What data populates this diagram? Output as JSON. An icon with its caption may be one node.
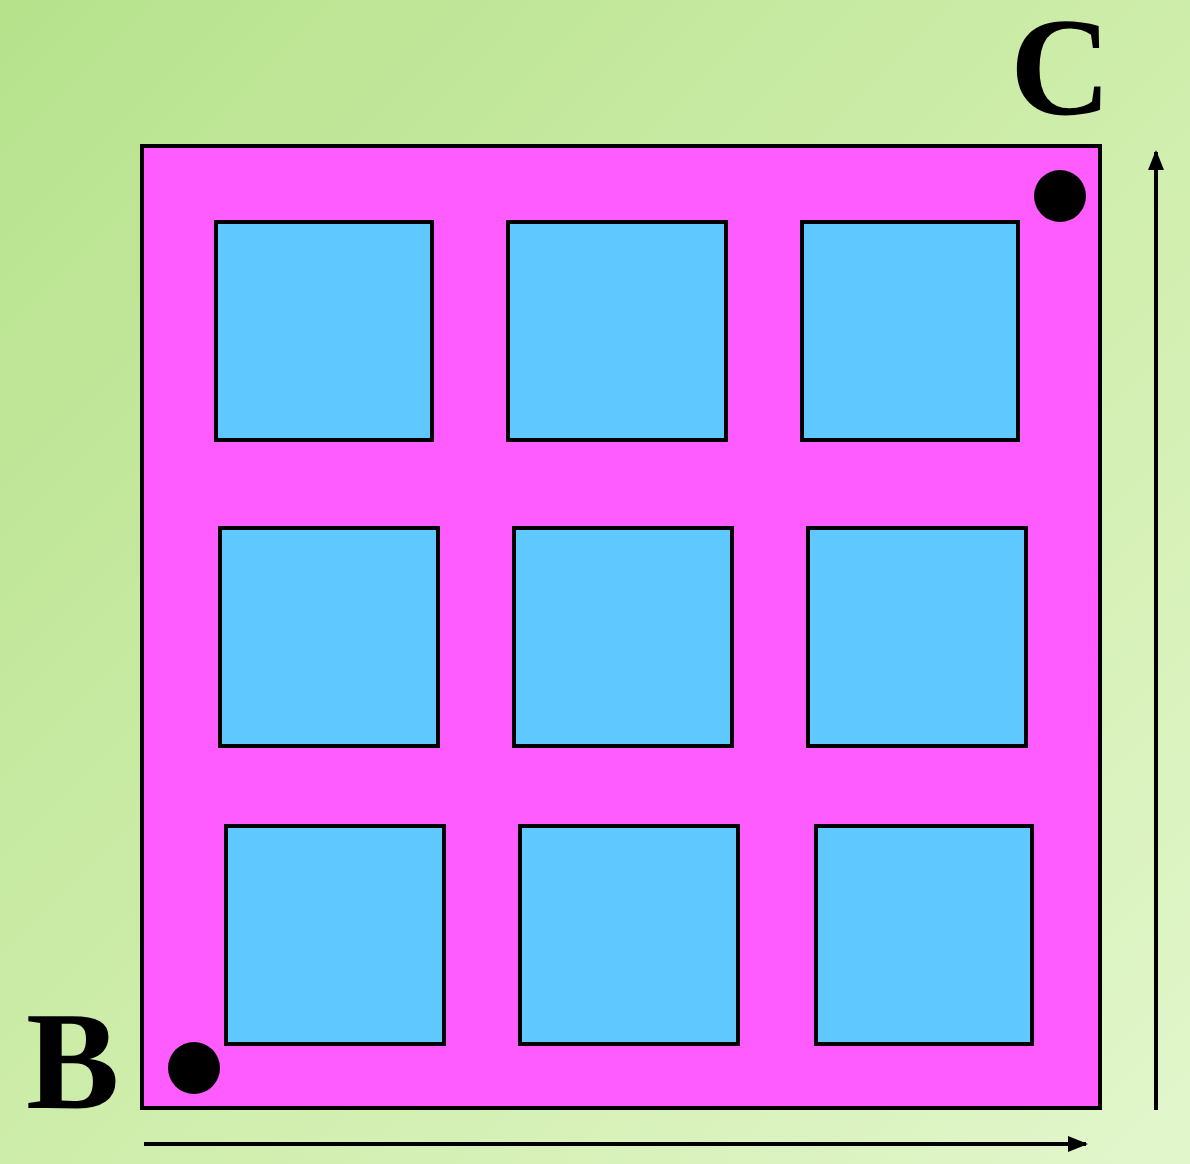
{
  "diagram": {
    "nodes": [
      {
        "text": [],
        "shape": "box"
      },
      {
        "text": [],
        "shape": "circle",
        "in": 0,
        "beside": [
          "C"
        ]
      },
      {
        "text": [],
        "shape": "box",
        "in": 0
      },
      {
        "text": [],
        "shape": "box",
        "in": 0
      },
      {
        "text": [],
        "shape": "box",
        "in": 0
      },
      {
        "text": [],
        "shape": "box",
        "in": 0
      },
      {
        "text": [],
        "shape": "box",
        "in": 0
      },
      {
        "text": [],
        "shape": "box",
        "in": 0
      },
      {
        "text": [],
        "shape": "box",
        "in": 0
      },
      {
        "text": [],
        "shape": "box",
        "in": 0
      },
      {
        "text": [],
        "shape": "box",
        "in": 0
      },
      {
        "text": [],
        "shape": "circle",
        "in": 0,
        "beside": [
          "B"
        ]
      }
    ]
  }
}
